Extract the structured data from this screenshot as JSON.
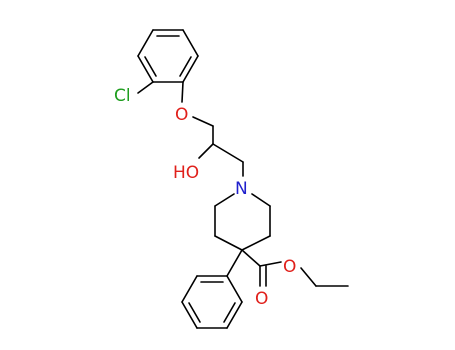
{
  "molecule": {
    "atoms": {
      "chlorine": "Cl",
      "ether_oxygen": "O",
      "hydroxyl": "HO",
      "nitrogen": "N",
      "ester_carbonyl_oxygen": "O",
      "ester_oxygen": "O"
    },
    "colors": {
      "bond": "#000000",
      "chlorine": "#1f9e1f",
      "oxygen": "#e0201b",
      "nitrogen": "#2020cc",
      "background": "#ffffff"
    }
  }
}
